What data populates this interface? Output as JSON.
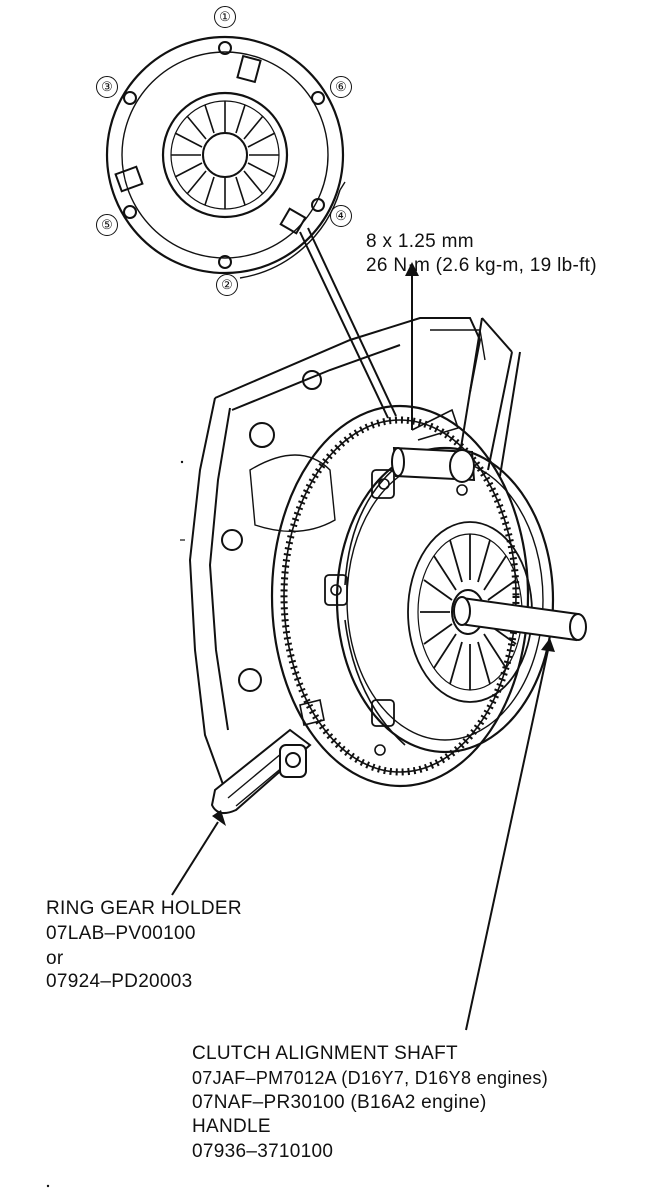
{
  "torque_spec": {
    "bolt_size": "8 x 1.25 mm",
    "torque": "26 N·m (2.6 kg-m, 19 lb-ft)"
  },
  "bolt_sequence": [
    "①",
    "②",
    "③",
    "④",
    "⑤",
    "⑥"
  ],
  "ring_gear_holder": {
    "name": "RING GEAR HOLDER",
    "part_a": "07LAB–PV00100",
    "or": "or",
    "part_b": "07924–PD20003"
  },
  "clutch_alignment_shaft": {
    "name": "CLUTCH ALIGNMENT SHAFT",
    "part_a": "07JAF–PM7012A (D16Y7, D16Y8 engines)",
    "part_b": "07NAF–PR30100 (B16A2 engine)",
    "handle_label": "HANDLE",
    "handle_part": "07936–3710100"
  }
}
